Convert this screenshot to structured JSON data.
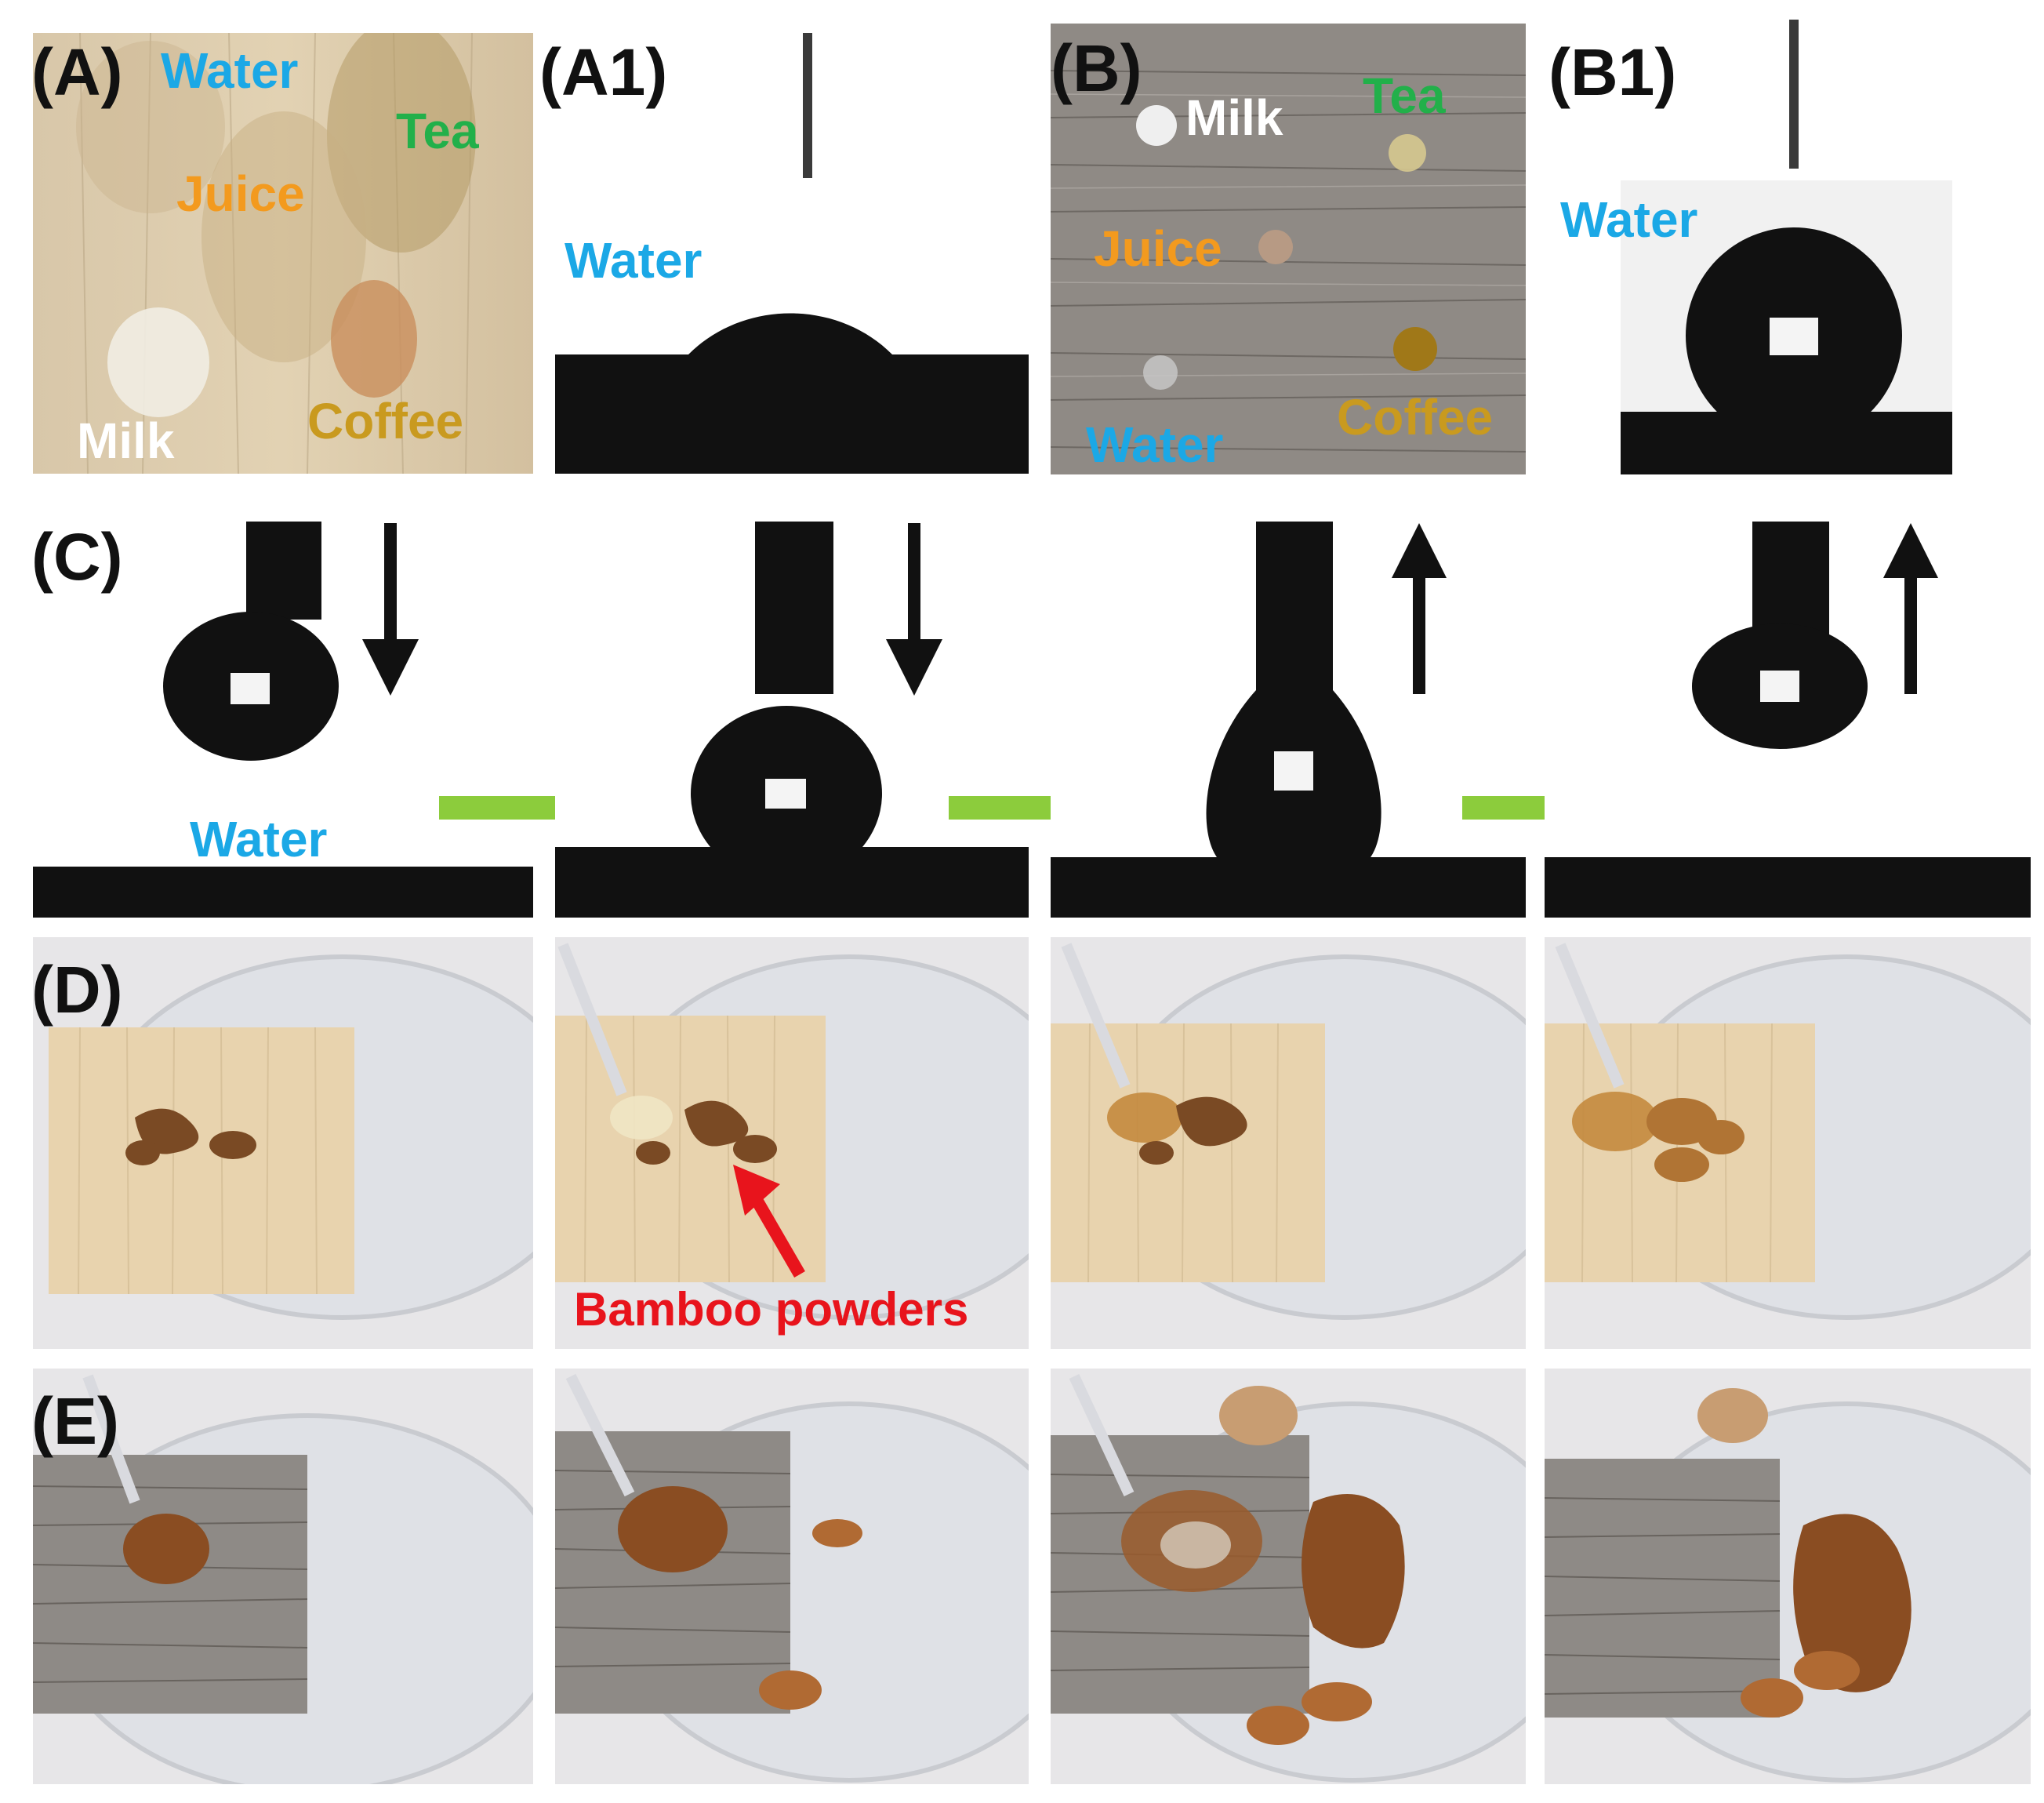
{
  "panels": {
    "A": {
      "label": "(A)",
      "liquids": {
        "water": "Water",
        "tea": "Tea",
        "juice": "Juice",
        "milk": "Milk",
        "coffee": "Coffee"
      }
    },
    "A1": {
      "label": "(A1)",
      "liquid": "Water"
    },
    "B": {
      "label": "(B)",
      "liquids": {
        "milk": "Milk",
        "tea": "Tea",
        "juice": "Juice",
        "water": "Water",
        "coffee": "Coffee"
      }
    },
    "B1": {
      "label": "(B1)",
      "liquid": "Water"
    },
    "C": {
      "label": "(C)",
      "liquid": "Water"
    },
    "D": {
      "label": "(D)",
      "annotation": "Bamboo powders"
    },
    "E": {
      "label": "(E)"
    }
  },
  "colors": {
    "water": "#1ba8e6",
    "tea": "#22b04a",
    "juice": "#f39a1e",
    "milk": "#ffffff",
    "coffee": "#c99a1f",
    "annotation": "#e8141c",
    "process_arrow": "#8ccc3c",
    "silhouette": "#111111"
  },
  "icons": {
    "motion_arrow": "arrow-icon",
    "process_arrow": "right-arrow-icon"
  }
}
